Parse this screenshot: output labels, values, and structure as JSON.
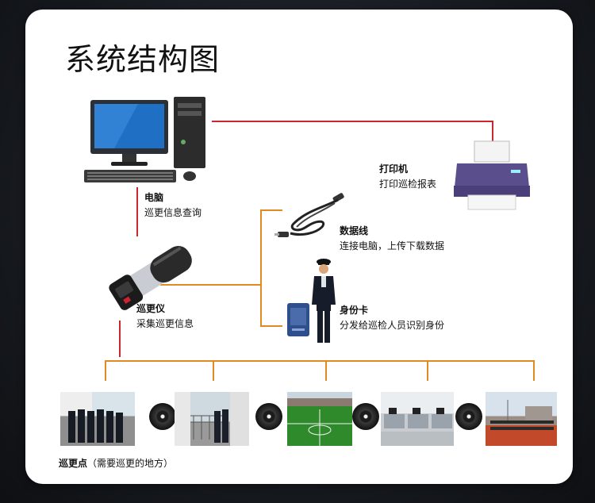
{
  "title": "系统结构图",
  "computer": {
    "name": "电脑",
    "desc": "巡更信息查询"
  },
  "printer": {
    "name": "打印机",
    "desc": "打印巡检报表"
  },
  "cable": {
    "name": "数据线",
    "desc": "连接电脑，上传下载数据"
  },
  "patrol_device": {
    "name": "巡更仪",
    "desc": "采集巡更信息"
  },
  "id_card": {
    "name": "身份卡",
    "desc": "分发给巡检人员识别身份"
  },
  "checkpoints": {
    "name": "巡更点",
    "note": "（需要巡更的地方）"
  },
  "colors": {
    "red_line": "#c8282d",
    "orange_line": "#e08a22",
    "background": "#15181d",
    "card": "#ffffff"
  }
}
